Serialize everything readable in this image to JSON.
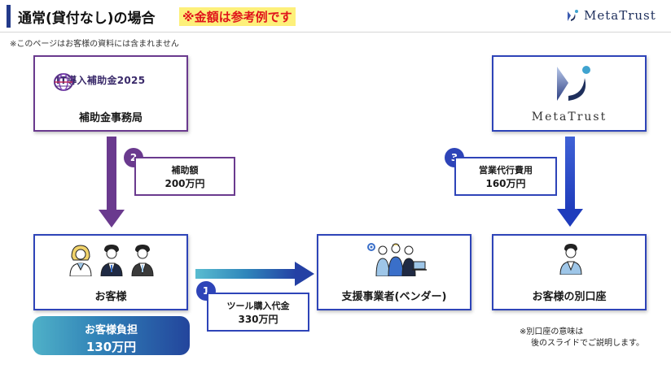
{
  "header": {
    "title": "通常(貸付なし)の場合",
    "note": "※金額は参考例です",
    "brand": "MetaTrust"
  },
  "top_note": "※このページはお客様の資料には含まれません",
  "secretariat": {
    "logo_text": "IT導入補助金2025",
    "label": "補助金事務局"
  },
  "metatrust": {
    "logo_text": "MetaTrust"
  },
  "customer": {
    "label": "お客様"
  },
  "vendor": {
    "label": "支援事業者(ベンダー)"
  },
  "separate_account": {
    "label": "お客様の別口座"
  },
  "flows": [
    {
      "number": "1",
      "title": "ツール購入代金",
      "amount": "330万円"
    },
    {
      "number": "2",
      "title": "補助額",
      "amount": "200万円"
    },
    {
      "number": "3",
      "title": "営業代行費用",
      "amount": "160万円"
    }
  ],
  "burden": {
    "title": "お客様負担",
    "amount": "130万円"
  },
  "bottom_note": {
    "line1": "※別口座の意味は",
    "line2": "後のスライドでご説明します。"
  },
  "colors": {
    "purple": "#6a3a8e",
    "blue": "#2e44b8",
    "accent_red": "#e0151b",
    "highlight": "#fdf07a"
  }
}
